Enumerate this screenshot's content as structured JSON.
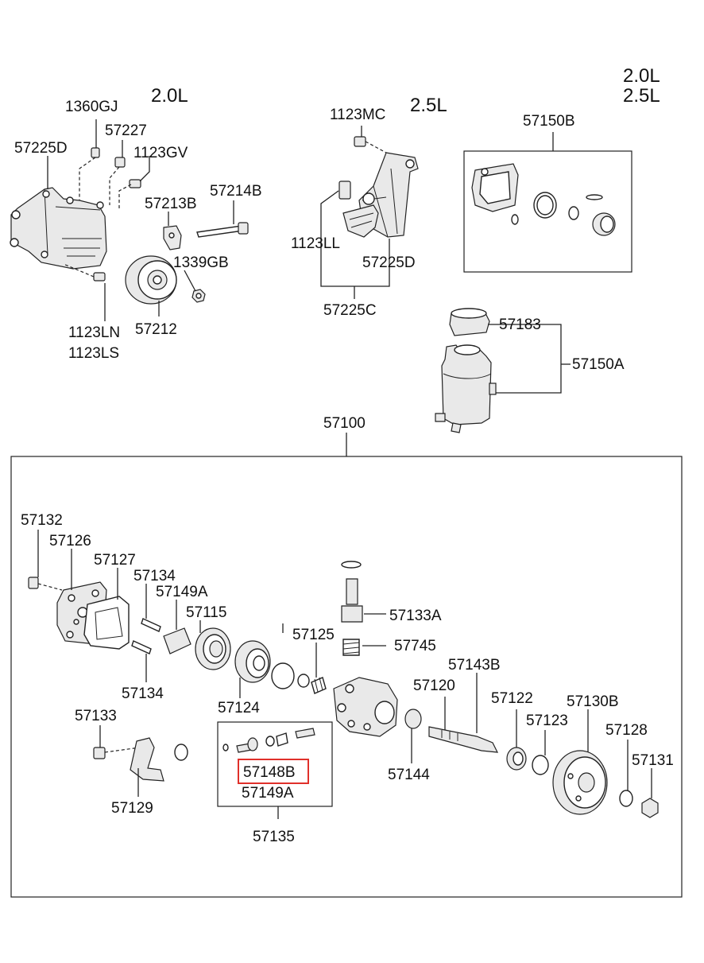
{
  "engine_labels": {
    "left": "2.0L",
    "middle": "2.5L",
    "right_top": "2.0L",
    "right_bottom": "2.5L"
  },
  "parts": {
    "p1360GJ": "1360GJ",
    "p57227": "57227",
    "p57225D_left": "57225D",
    "p1123GV": "1123GV",
    "p57213B": "57213B",
    "p57214B": "57214B",
    "p1339GB": "1339GB",
    "p1123LN": "1123LN",
    "p1123LS": "1123LS",
    "p57212": "57212",
    "p1123MC": "1123MC",
    "p1123LL": "1123LL",
    "p57225D_mid": "57225D",
    "p57225C": "57225C",
    "p57150B": "57150B",
    "p57183": "57183",
    "p57150A": "57150A",
    "p57100": "57100",
    "p57132": "57132",
    "p57126": "57126",
    "p57127": "57127",
    "p57134_top": "57134",
    "p57149A_top": "57149A",
    "p57115": "57115",
    "p57133A": "57133A",
    "p57125": "57125",
    "p57745": "57745",
    "p57134_bot": "57134",
    "p57124": "57124",
    "p57143B": "57143B",
    "p57120": "57120",
    "p57122": "57122",
    "p57130B": "57130B",
    "p57133": "57133",
    "p57123": "57123",
    "p57128": "57128",
    "p57131": "57131",
    "p57148B": "57148B",
    "p57149A_bot": "57149A",
    "p57144": "57144",
    "p57129": "57129",
    "p57135": "57135"
  },
  "highlight_color": "#e0302a"
}
